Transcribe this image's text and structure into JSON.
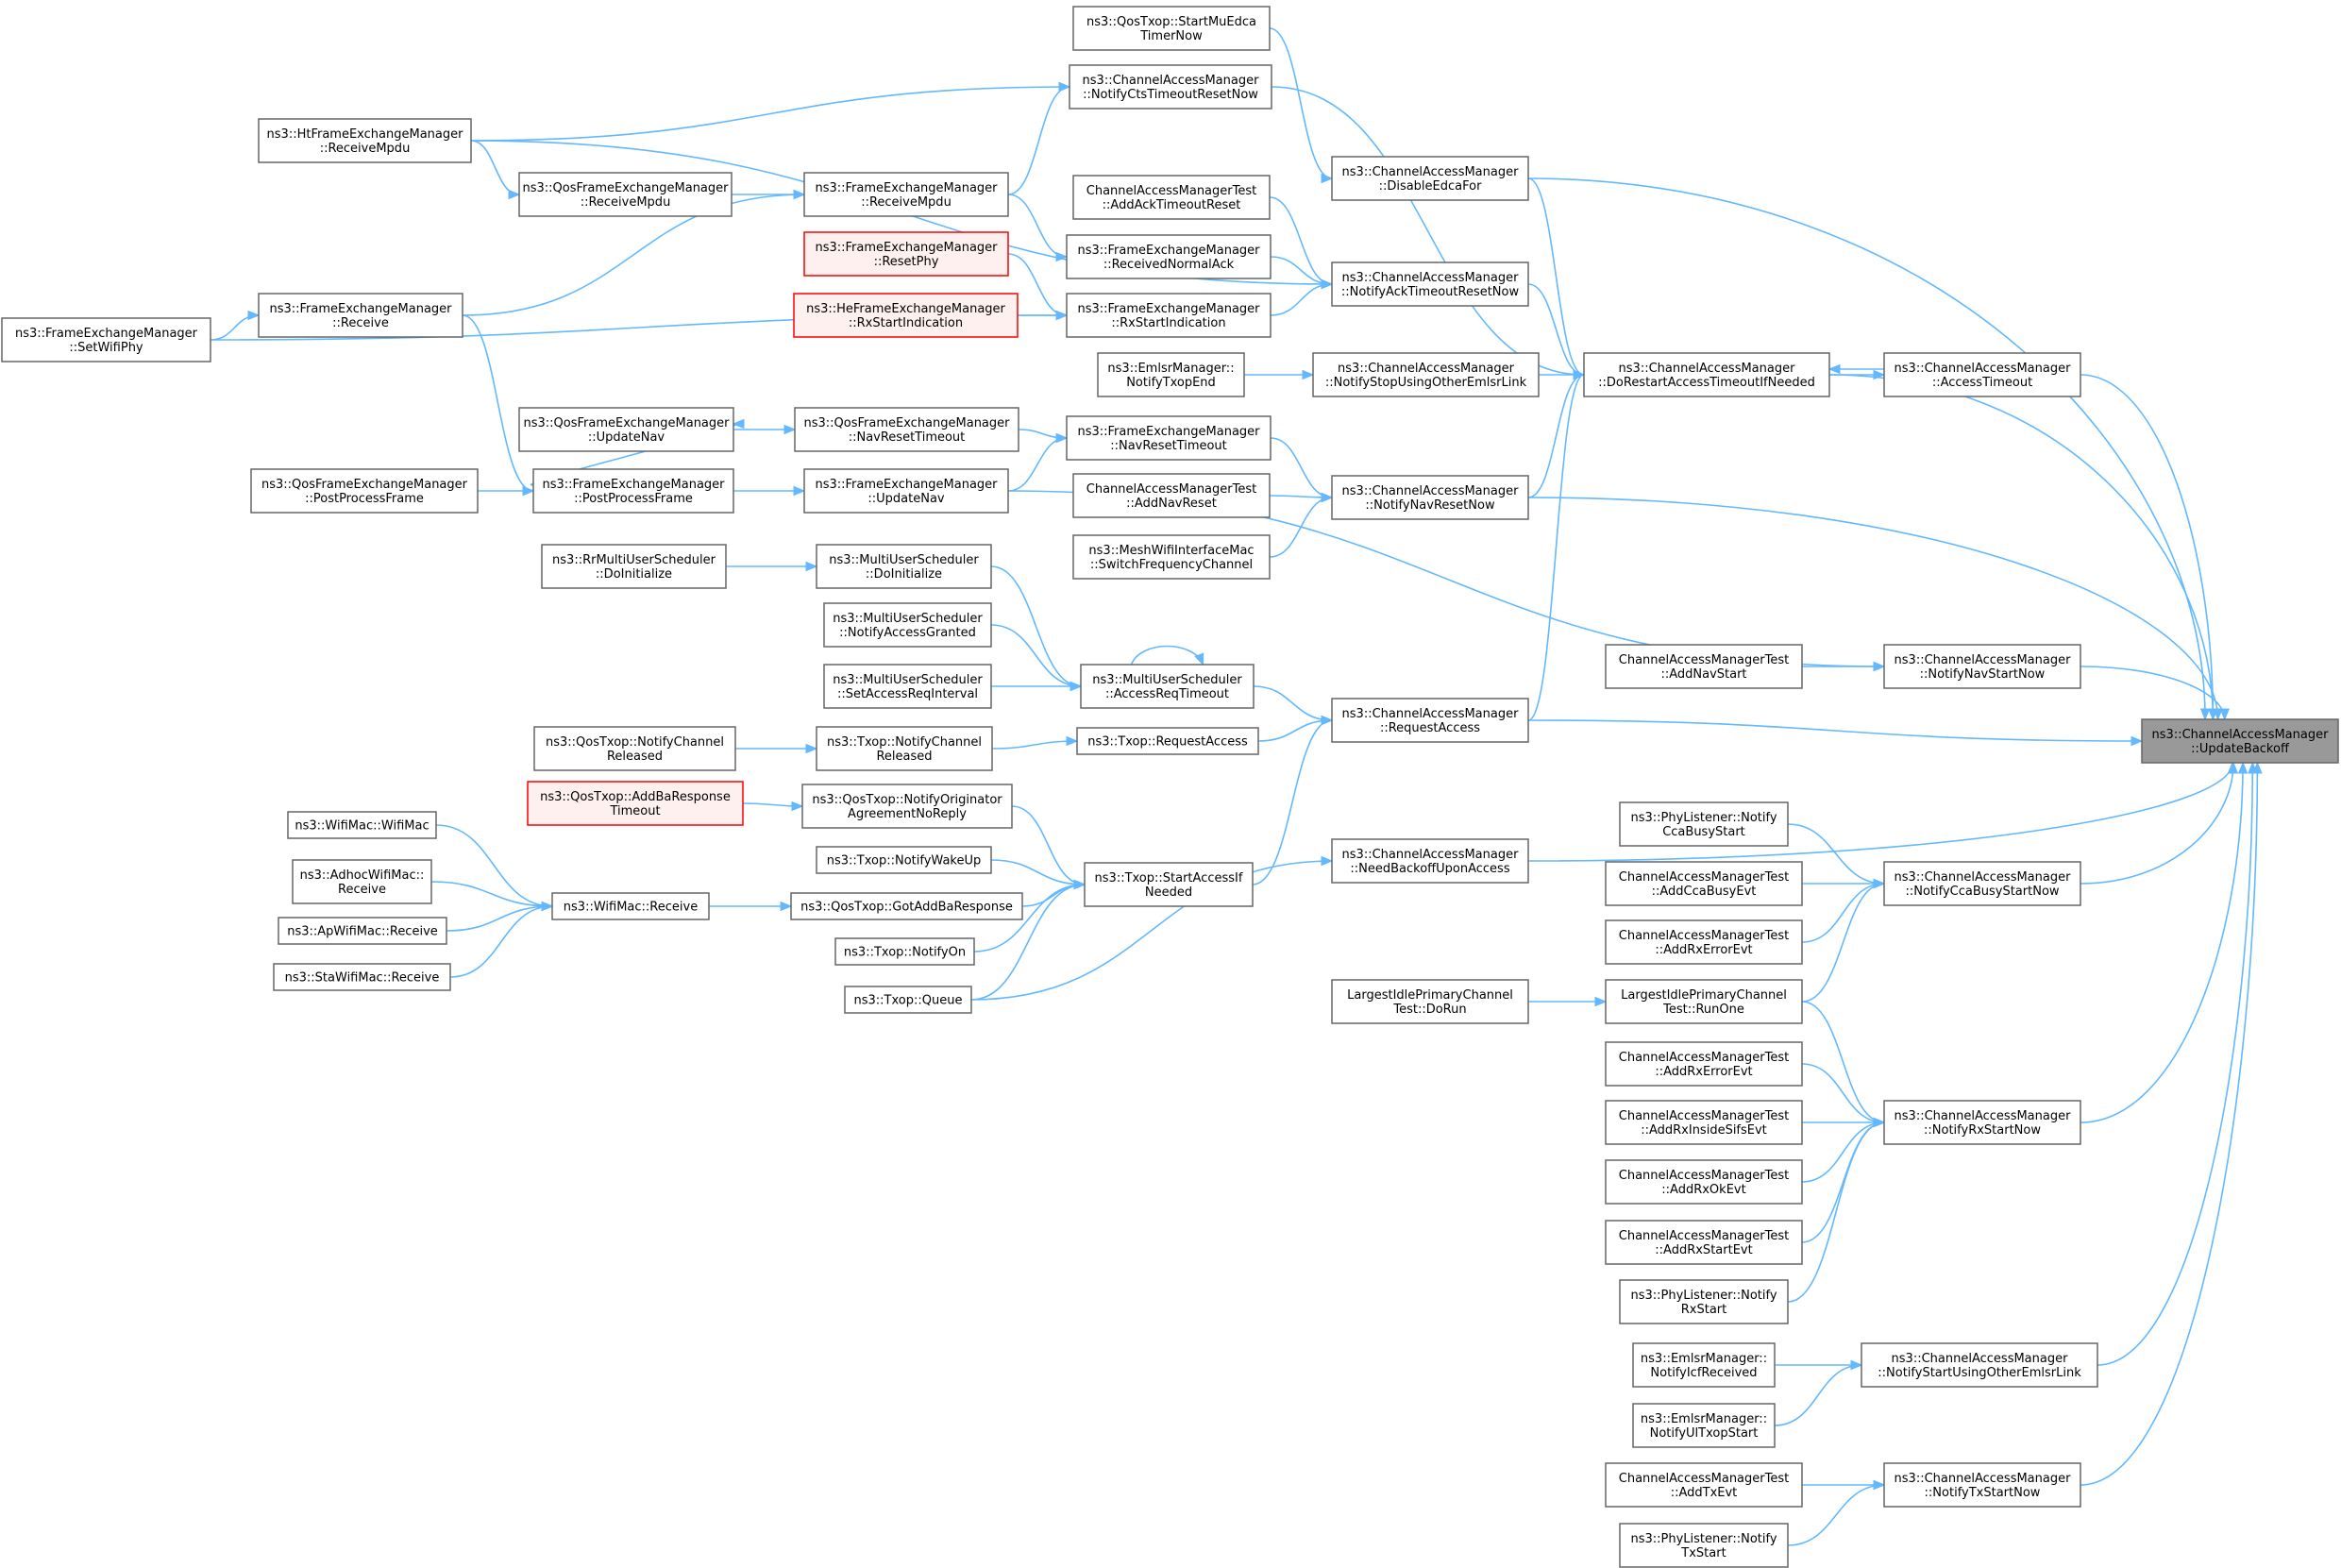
{
  "nodes": [
    {
      "id": "update-backoff",
      "lines": [
        "ns3::ChannelAccessManager",
        "::UpdateBackoff"
      ],
      "style": "root"
    },
    {
      "id": "start-mu-edca",
      "lines": [
        "ns3::QosTxop::StartMuEdca",
        "TimerNow"
      ]
    },
    {
      "id": "notify-cts",
      "lines": [
        "ns3::ChannelAccessManager",
        "::NotifyCtsTimeoutResetNow"
      ]
    },
    {
      "id": "disable-edca",
      "lines": [
        "ns3::ChannelAccessManager",
        "::DisableEdcaFor"
      ]
    },
    {
      "id": "ht-receive-mpdu",
      "lines": [
        "ns3::HtFrameExchangeManager",
        "::ReceiveMpdu"
      ]
    },
    {
      "id": "qos-receive-mpdu",
      "lines": [
        "ns3::QosFrameExchangeManager",
        "::ReceiveMpdu"
      ]
    },
    {
      "id": "fem-receive-mpdu",
      "lines": [
        "ns3::FrameExchangeManager",
        "::ReceiveMpdu"
      ]
    },
    {
      "id": "add-ack-timeout",
      "lines": [
        "ChannelAccessManagerTest",
        "::AddAckTimeoutReset"
      ]
    },
    {
      "id": "received-normal-ack",
      "lines": [
        "ns3::FrameExchangeManager",
        "::ReceivedNormalAck"
      ]
    },
    {
      "id": "reset-phy",
      "lines": [
        "ns3::FrameExchangeManager",
        "::ResetPhy"
      ],
      "style": "red"
    },
    {
      "id": "notify-ack-timeout",
      "lines": [
        "ns3::ChannelAccessManager",
        "::NotifyAckTimeoutResetNow"
      ]
    },
    {
      "id": "he-rx-start",
      "lines": [
        "ns3::HeFrameExchangeManager",
        "::RxStartIndication"
      ],
      "style": "red"
    },
    {
      "id": "fem-rx-start",
      "lines": [
        "ns3::FrameExchangeManager",
        "::RxStartIndication"
      ]
    },
    {
      "id": "fem-receive",
      "lines": [
        "ns3::FrameExchangeManager",
        "::Receive"
      ]
    },
    {
      "id": "set-wifi-phy",
      "lines": [
        "ns3::FrameExchangeManager",
        "::SetWifiPhy"
      ]
    },
    {
      "id": "emlsr-notify-txop-end",
      "lines": [
        "ns3::EmlsrManager::",
        "NotifyTxopEnd"
      ]
    },
    {
      "id": "notify-stop-emlsr",
      "lines": [
        "ns3::ChannelAccessManager",
        "::NotifyStopUsingOtherEmlsrLink"
      ]
    },
    {
      "id": "do-restart",
      "lines": [
        "ns3::ChannelAccessManager",
        "::DoRestartAccessTimeoutIfNeeded"
      ]
    },
    {
      "id": "access-timeout",
      "lines": [
        "ns3::ChannelAccessManager",
        "::AccessTimeout"
      ]
    },
    {
      "id": "qos-update-nav",
      "lines": [
        "ns3::QosFrameExchangeManager",
        "::UpdateNav"
      ]
    },
    {
      "id": "qos-nav-reset",
      "lines": [
        "ns3::QosFrameExchangeManager",
        "::NavResetTimeout"
      ]
    },
    {
      "id": "fem-nav-reset",
      "lines": [
        "ns3::FrameExchangeManager",
        "::NavResetTimeout"
      ]
    },
    {
      "id": "qos-post-process",
      "lines": [
        "ns3::QosFrameExchangeManager",
        "::PostProcessFrame"
      ]
    },
    {
      "id": "fem-post-process",
      "lines": [
        "ns3::FrameExchangeManager",
        "::PostProcessFrame"
      ]
    },
    {
      "id": "fem-update-nav",
      "lines": [
        "ns3::FrameExchangeManager",
        "::UpdateNav"
      ]
    },
    {
      "id": "add-nav-reset",
      "lines": [
        "ChannelAccessManagerTest",
        "::AddNavReset"
      ]
    },
    {
      "id": "notify-nav-reset",
      "lines": [
        "ns3::ChannelAccessManager",
        "::NotifyNavResetNow"
      ]
    },
    {
      "id": "mesh-switch",
      "lines": [
        "ns3::MeshWifiInterfaceMac",
        "::SwitchFrequencyChannel"
      ]
    },
    {
      "id": "rr-do-init",
      "lines": [
        "ns3::RrMultiUserScheduler",
        "::DoInitialize"
      ]
    },
    {
      "id": "mus-do-init",
      "lines": [
        "ns3::MultiUserScheduler",
        "::DoInitialize"
      ]
    },
    {
      "id": "mus-notify-granted",
      "lines": [
        "ns3::MultiUserScheduler",
        "::NotifyAccessGranted"
      ]
    },
    {
      "id": "mus-access-req-timeout",
      "lines": [
        "ns3::MultiUserScheduler",
        "::AccessReqTimeout"
      ]
    },
    {
      "id": "mus-set-interval",
      "lines": [
        "ns3::MultiUserScheduler",
        "::SetAccessReqInterval"
      ]
    },
    {
      "id": "add-nav-start",
      "lines": [
        "ChannelAccessManagerTest",
        "::AddNavStart"
      ]
    },
    {
      "id": "notify-nav-start",
      "lines": [
        "ns3::ChannelAccessManager",
        "::NotifyNavStartNow"
      ]
    },
    {
      "id": "request-access",
      "lines": [
        "ns3::ChannelAccessManager",
        "::RequestAccess"
      ]
    },
    {
      "id": "qos-notify-channel-released",
      "lines": [
        "ns3::QosTxop::NotifyChannel",
        "Released"
      ]
    },
    {
      "id": "txop-notify-channel-released",
      "lines": [
        "ns3::Txop::NotifyChannel",
        "Released"
      ]
    },
    {
      "id": "txop-request-access",
      "lines": [
        "ns3::Txop::RequestAccess"
      ]
    },
    {
      "id": "qos-addba-timeout",
      "lines": [
        "ns3::QosTxop::AddBaResponse",
        "Timeout"
      ],
      "style": "red"
    },
    {
      "id": "qos-notify-originator",
      "lines": [
        "ns3::QosTxop::NotifyOriginator",
        "AgreementNoReply"
      ]
    },
    {
      "id": "wifimac-wifimac",
      "lines": [
        "ns3::WifiMac::WifiMac"
      ]
    },
    {
      "id": "need-backoff",
      "lines": [
        "ns3::ChannelAccessManager",
        "::NeedBackoffUponAccess"
      ]
    },
    {
      "id": "phy-cca-busy-start",
      "lines": [
        "ns3::PhyListener::Notify",
        "CcaBusyStart"
      ]
    },
    {
      "id": "adhoc-receive",
      "lines": [
        "ns3::AdhocWifiMac::",
        "Receive"
      ]
    },
    {
      "id": "txop-notify-wakeup",
      "lines": [
        "ns3::Txop::NotifyWakeUp"
      ]
    },
    {
      "id": "txop-start-access",
      "lines": [
        "ns3::Txop::StartAccessIf",
        "Needed"
      ]
    },
    {
      "id": "add-cca-busy",
      "lines": [
        "ChannelAccessManagerTest",
        "::AddCcaBusyEvt"
      ]
    },
    {
      "id": "notify-cca-busy-start",
      "lines": [
        "ns3::ChannelAccessManager",
        "::NotifyCcaBusyStartNow"
      ]
    },
    {
      "id": "wifimac-receive",
      "lines": [
        "ns3::WifiMac::Receive"
      ]
    },
    {
      "id": "qos-got-addba",
      "lines": [
        "ns3::QosTxop::GotAddBaResponse"
      ]
    },
    {
      "id": "ap-receive",
      "lines": [
        "ns3::ApWifiMac::Receive"
      ]
    },
    {
      "id": "add-rx-error-1",
      "lines": [
        "ChannelAccessManagerTest",
        "::AddRxErrorEvt"
      ]
    },
    {
      "id": "txop-notify-on",
      "lines": [
        "ns3::Txop::NotifyOn"
      ]
    },
    {
      "id": "sta-receive",
      "lines": [
        "ns3::StaWifiMac::Receive"
      ]
    },
    {
      "id": "largest-do-run",
      "lines": [
        "LargestIdlePrimaryChannel",
        "Test::DoRun"
      ]
    },
    {
      "id": "largest-run-one",
      "lines": [
        "LargestIdlePrimaryChannel",
        "Test::RunOne"
      ]
    },
    {
      "id": "txop-queue",
      "lines": [
        "ns3::Txop::Queue"
      ]
    },
    {
      "id": "add-rx-error-2",
      "lines": [
        "ChannelAccessManagerTest",
        "::AddRxErrorEvt"
      ]
    },
    {
      "id": "add-rx-inside-sifs",
      "lines": [
        "ChannelAccessManagerTest",
        "::AddRxInsideSifsEvt"
      ]
    },
    {
      "id": "notify-rx-start",
      "lines": [
        "ns3::ChannelAccessManager",
        "::NotifyRxStartNow"
      ]
    },
    {
      "id": "add-rx-ok",
      "lines": [
        "ChannelAccessManagerTest",
        "::AddRxOkEvt"
      ]
    },
    {
      "id": "add-rx-start",
      "lines": [
        "ChannelAccessManagerTest",
        "::AddRxStartEvt"
      ]
    },
    {
      "id": "phy-rx-start",
      "lines": [
        "ns3::PhyListener::Notify",
        "RxStart"
      ]
    },
    {
      "id": "emlsr-icf",
      "lines": [
        "ns3::EmlsrManager::",
        "NotifyIcfReceived"
      ]
    },
    {
      "id": "notify-start-emlsr",
      "lines": [
        "ns3::ChannelAccessManager",
        "::NotifyStartUsingOtherEmlsrLink"
      ]
    },
    {
      "id": "emlsr-ul-txop",
      "lines": [
        "ns3::EmlsrManager::",
        "NotifyUlTxopStart"
      ]
    },
    {
      "id": "add-tx",
      "lines": [
        "ChannelAccessManagerTest",
        "::AddTxEvt"
      ]
    },
    {
      "id": "notify-tx-start",
      "lines": [
        "ns3::ChannelAccessManager",
        "::NotifyTxStartNow"
      ]
    },
    {
      "id": "phy-tx-start",
      "lines": [
        "ns3::PhyListener::Notify",
        "TxStart"
      ]
    }
  ]
}
